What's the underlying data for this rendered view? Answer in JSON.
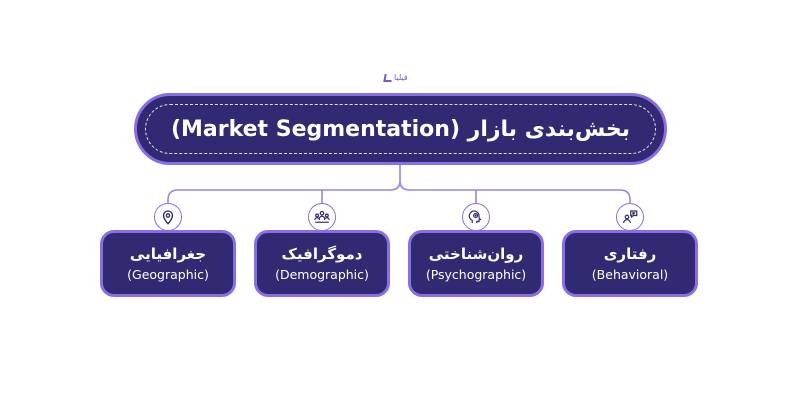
{
  "brand": {
    "label": "فیلیا"
  },
  "title": "بخش‌بندی بازار (Market Segmentation)",
  "segments": [
    {
      "fa": "جغرافیایی",
      "en": "(Geographic)",
      "icon": "location-pin-icon"
    },
    {
      "fa": "دموگرافیک",
      "en": "(Demographic)",
      "icon": "people-group-icon"
    },
    {
      "fa": "روان‌شناختی",
      "en": "(Psychographic)",
      "icon": "head-brain-icon"
    },
    {
      "fa": "رفتاری",
      "en": "(Behavioral)",
      "icon": "person-chat-icon"
    }
  ],
  "colors": {
    "box_fill": "#2f2a72",
    "border": "#8a6ee8",
    "connector": "#9a84e8",
    "text": "#ffffff",
    "brand": "#6f5bd6"
  }
}
